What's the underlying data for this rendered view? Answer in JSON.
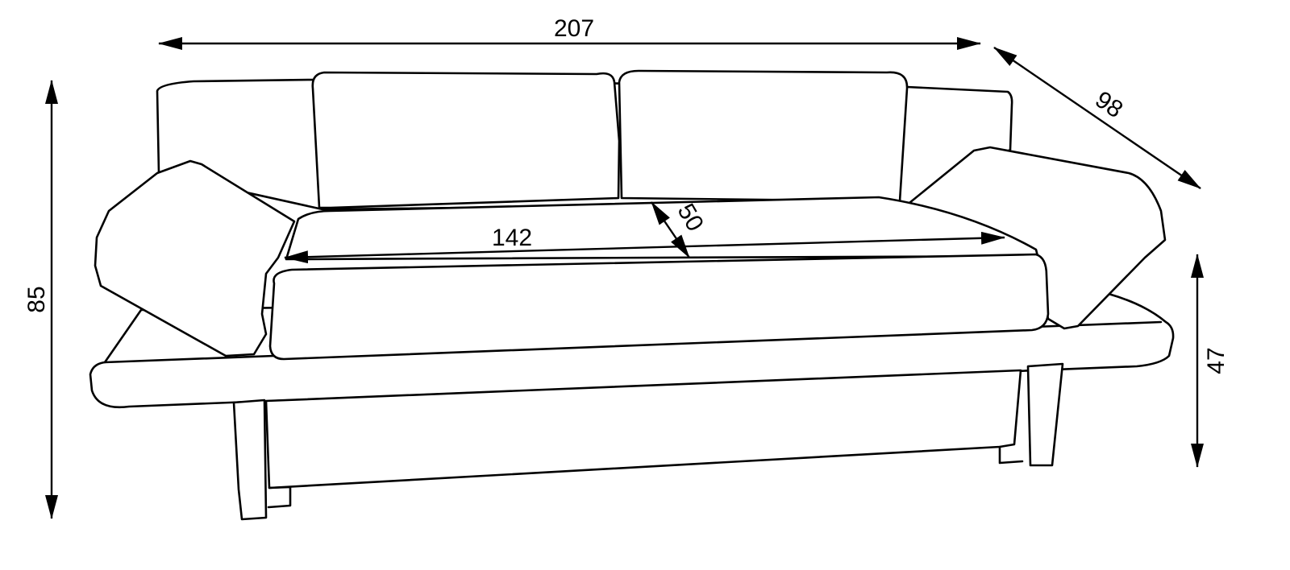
{
  "dimensions": {
    "width_total": "207",
    "depth_total": "98",
    "height_total": "85",
    "seat_width": "142",
    "seat_depth": "50",
    "seat_height": "47"
  },
  "colors": {
    "line": "#000000",
    "background": "#ffffff"
  }
}
